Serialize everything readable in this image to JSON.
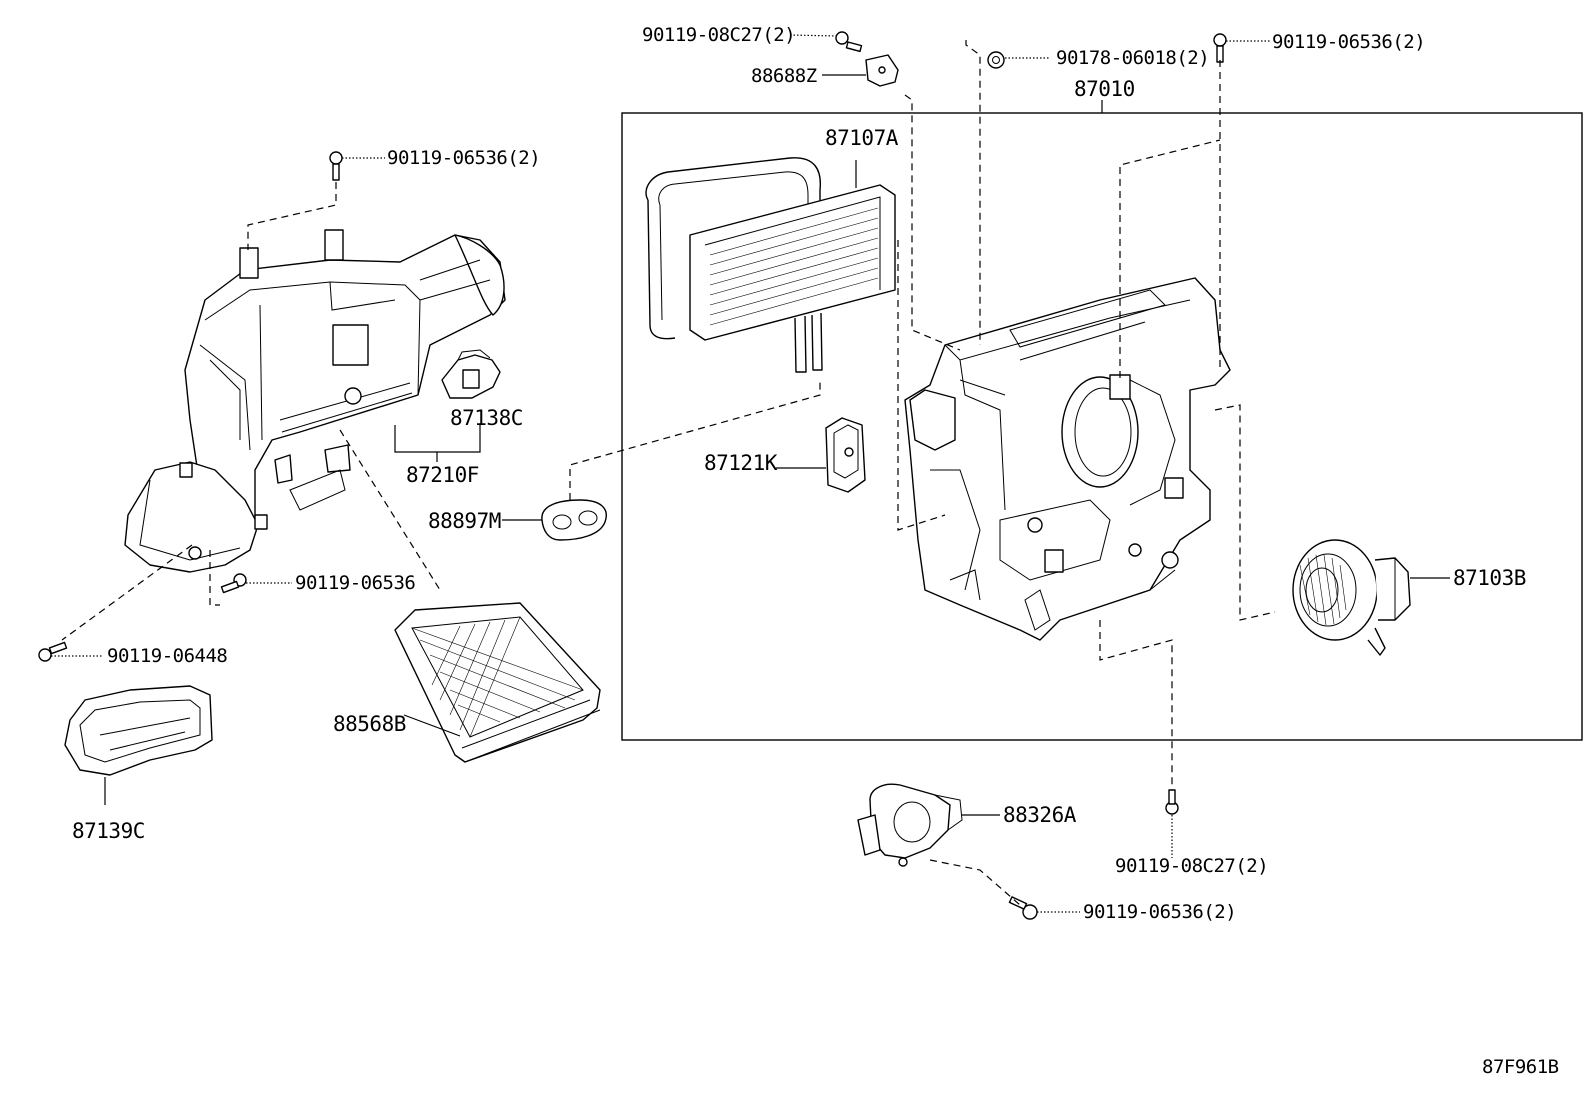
{
  "diagram_code": "87F961B",
  "labels": {
    "p90119_08C27_top": "90119-08C27(2)",
    "p88688Z": "88688Z",
    "p90178_06018": "90178-06018(2)",
    "p90119_06536_topright": "90119-06536(2)",
    "p87010": "87010",
    "p87107A": "87107A",
    "p90119_06536_left": "90119-06536(2)",
    "p87138C": "87138C",
    "p87210F": "87210F",
    "p87121K": "87121K",
    "p88897M": "88897M",
    "p90119_06536_single": "90119-06536",
    "p90119_06448": "90119-06448",
    "p87103B": "87103B",
    "p88568B": "88568B",
    "p87139C": "87139C",
    "p88326A": "88326A",
    "p90119_08C27_bottom": "90119-08C27(2)",
    "p90119_06536_bottom": "90119-06536(2)"
  },
  "icons": {
    "bolt": "bolt-icon",
    "nut": "nut-icon",
    "clip": "clip-icon"
  }
}
